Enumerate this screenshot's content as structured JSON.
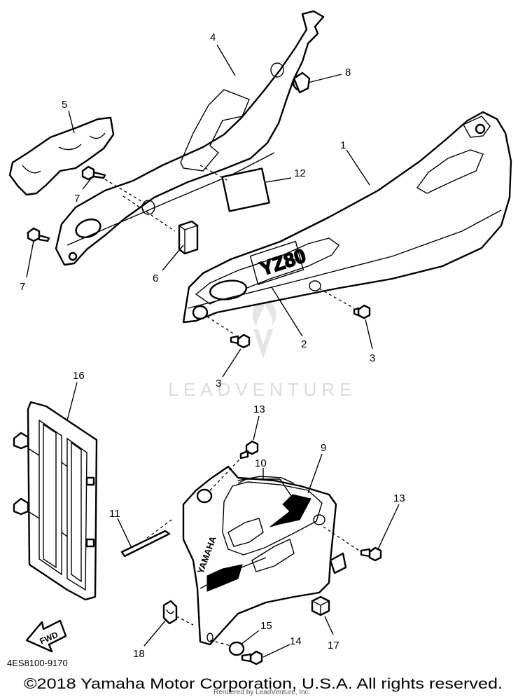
{
  "diagram": {
    "callouts": {
      "c1": "1",
      "c2": "2",
      "c3a": "3",
      "c3b": "3",
      "c4": "4",
      "c5": "5",
      "c6": "6",
      "c7a": "7",
      "c7b": "7",
      "c8": "8",
      "c9": "9",
      "c10": "10",
      "c11": "11",
      "c12": "12",
      "c13a": "13",
      "c13b": "13",
      "c14": "14",
      "c15": "15",
      "c16": "16",
      "c17": "17",
      "c18": "18"
    },
    "decals": {
      "side_cover": "YZ80",
      "shroud": "YAMAHA"
    },
    "fwd_label": "FWD",
    "watermark": "LEADVENTURE",
    "diagram_code": "4ES8100-9170",
    "copyright": "©2018 Yamaha Motor Corporation, U.S.A. All rights reserved.",
    "rendered_by": "Rendered by LeadVenture, Inc."
  }
}
